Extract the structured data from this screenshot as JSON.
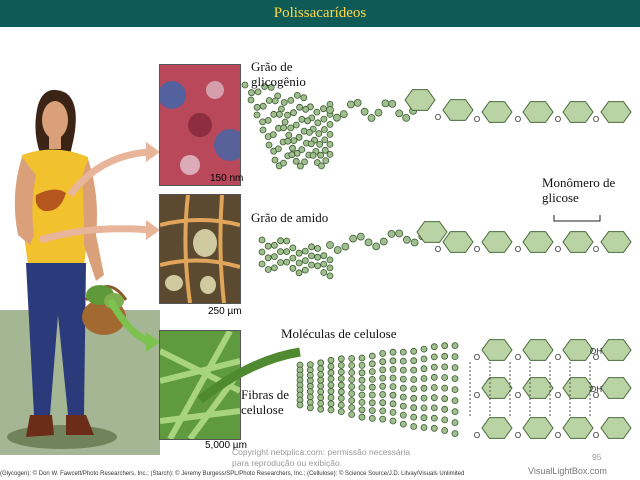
{
  "slide": {
    "title": "Polissacarídeos",
    "page_number": "95"
  },
  "labels": {
    "glycogen_granule": "Grão de glicogênio",
    "starch_granule": "Grão de amido",
    "cellulose_molecules": "Moléculas de celulose",
    "cellulose_fibers": "Fibras de celulose",
    "glucose_monomer": "Monômero de glicose",
    "oh": "OH",
    "o": "O"
  },
  "scales": {
    "glycogen": "150 nm",
    "starch": "250 µm",
    "cellulose": "5,000 µm"
  },
  "copyright": "Copyright netxplica.com: permissão necessária para reprodução ou exibição.",
  "credits": "(Glycogen): © Don W. Fawcett/Photo Researchers, Inc.; (Starch): © Jeremy Burgess/SPL/Photo Researchers, Inc.; (Cellulose): © Science Source/J.D. Litvay/Visuals Unlimited",
  "watermark": "VisualLightBox.com",
  "colors": {
    "title_bg": "#0e5a57",
    "title_text": "#ffd84a",
    "hexagon_fill": "#b9d3a4",
    "bead": "#9fbf8f"
  }
}
